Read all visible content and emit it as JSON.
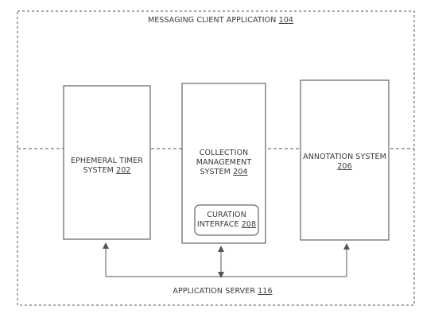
{
  "outer": {
    "title": "MESSAGING CLIENT APPLICATION",
    "ref": "104"
  },
  "server": {
    "title": "APPLICATION SERVER",
    "ref": "116"
  },
  "boxes": {
    "ephemeral": {
      "line1": "EPHEMERAL TIMER",
      "line2": "SYSTEM",
      "ref": "202"
    },
    "collection": {
      "line1": "COLLECTION",
      "line2": "MANAGEMENT",
      "line3": "SYSTEM",
      "ref": "204"
    },
    "curation": {
      "line1": "CURATION",
      "line2": "INTERFACE",
      "ref": "208"
    },
    "annotation": {
      "line1": "ANNOTATION SYSTEM",
      "ref": "206"
    }
  }
}
